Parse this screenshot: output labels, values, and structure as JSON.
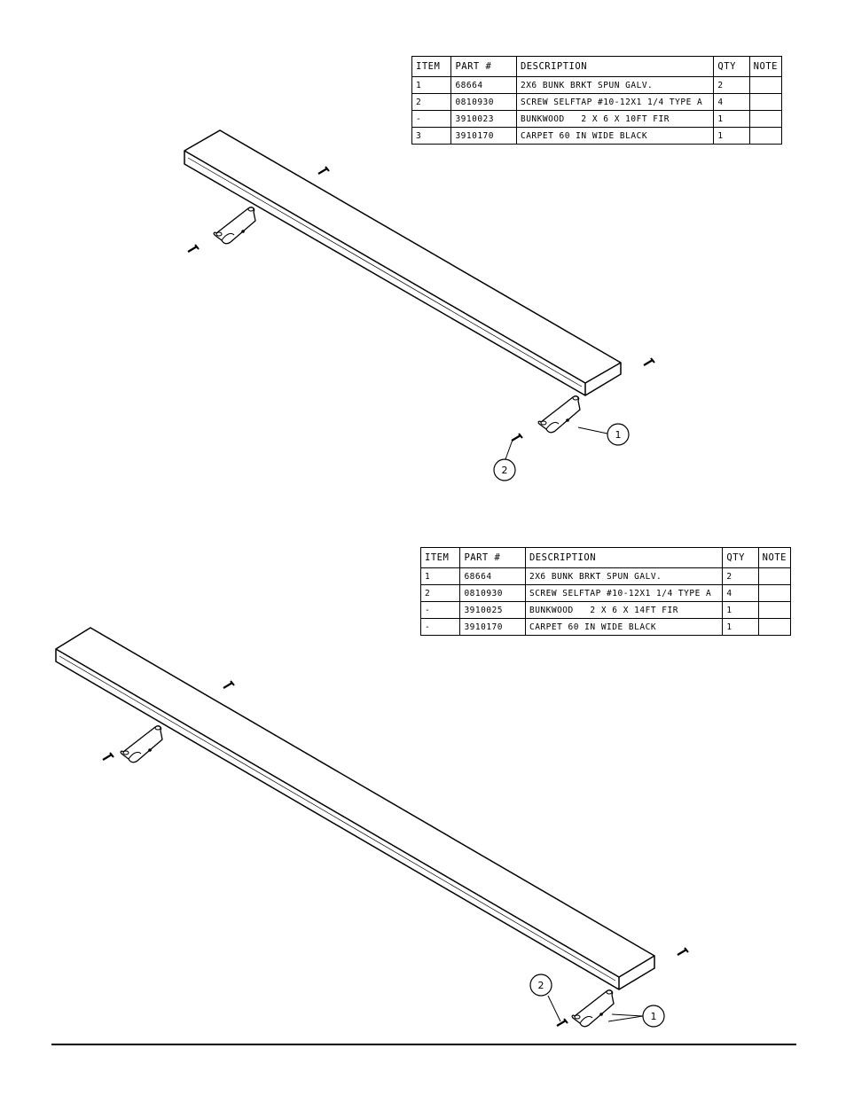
{
  "assemblies": [
    {
      "bom": {
        "headers": [
          "ITEM",
          "PART #",
          "DESCRIPTION",
          "QTY",
          "NOTE"
        ],
        "rows": [
          {
            "item": "1",
            "part": "68664",
            "description": "2X6 BUNK BRKT SPUN GALV.",
            "qty": "2",
            "note": ""
          },
          {
            "item": "2",
            "part": "0810930",
            "description": "SCREW SELFTAP #10-12X1 1/4 TYPE A",
            "qty": "4",
            "note": ""
          },
          {
            "item": "-",
            "part": "3910023",
            "description": "BUNKWOOD   2 X 6 X 10FT FIR",
            "qty": "1",
            "note": ""
          },
          {
            "item": "3",
            "part": "3910170",
            "description": "CARPET 60 IN WIDE BLACK",
            "qty": "1",
            "note": ""
          }
        ]
      },
      "callouts": [
        "1",
        "2"
      ]
    },
    {
      "bom": {
        "headers": [
          "ITEM",
          "PART #",
          "DESCRIPTION",
          "QTY",
          "NOTE"
        ],
        "rows": [
          {
            "item": "1",
            "part": "68664",
            "description": "2X6 BUNK BRKT SPUN GALV.",
            "qty": "2",
            "note": ""
          },
          {
            "item": "2",
            "part": "0810930",
            "description": "SCREW SELFTAP #10-12X1 1/4 TYPE A",
            "qty": "4",
            "note": ""
          },
          {
            "item": "-",
            "part": "3910025",
            "description": "BUNKWOOD   2 X 6 X 14FT FIR",
            "qty": "1",
            "note": ""
          },
          {
            "item": "-",
            "part": "3910170",
            "description": "CARPET 60 IN WIDE BLACK",
            "qty": "1",
            "note": ""
          }
        ]
      },
      "callouts": [
        "2",
        "1"
      ]
    }
  ]
}
